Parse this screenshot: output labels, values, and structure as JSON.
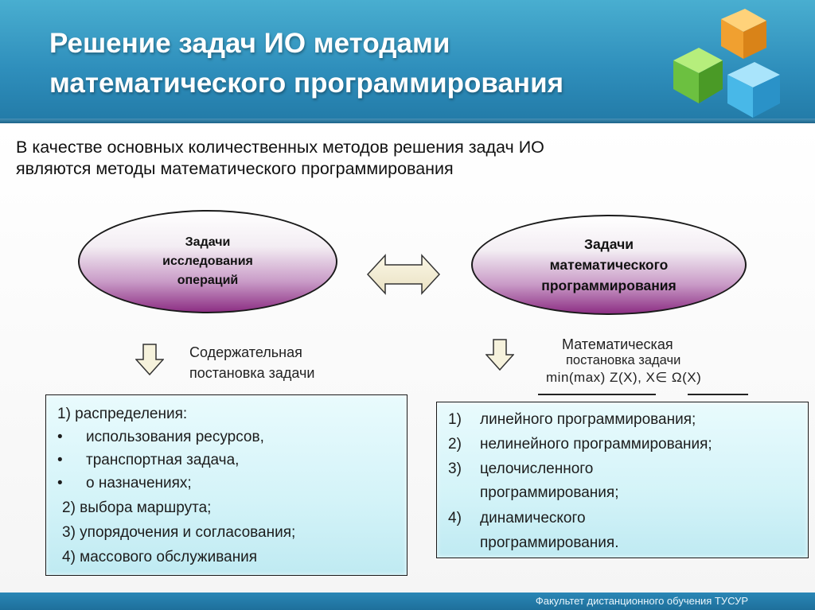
{
  "title": {
    "line1": "Решение задач ИО методами",
    "line2": "математического программирования"
  },
  "intro": {
    "line1": "В качестве основных количественных методов решения задач ИО",
    "line2": "являются методы математического программирования"
  },
  "left_oval": {
    "line1": "Задачи",
    "line2": "исследования",
    "line3": "операций"
  },
  "right_oval": {
    "line1": "Задачи",
    "line2": "математического",
    "line3": "программирования"
  },
  "left_caption": {
    "line1": "Содержательная",
    "line2": "постановка задачи"
  },
  "right_caption": {
    "line1": "Математическая",
    "line2": "постановка задачи",
    "line3": "min(max) Z(X),  X∈  Ω(X)"
  },
  "left_box": {
    "rows": [
      {
        "marker": "",
        "text": "1) распределения:"
      },
      {
        "marker": "•",
        "text": "использования ресурсов,"
      },
      {
        "marker": "•",
        "text": "транспортная задача,"
      },
      {
        "marker": "•",
        "text": "о назначениях;"
      },
      {
        "marker": "",
        "text": "2) выбора маршрута;"
      },
      {
        "marker": "",
        "text": "3) упорядочения и согласования;"
      },
      {
        "marker": "",
        "text": "4) массового обслуживания"
      }
    ]
  },
  "right_box": {
    "rows": [
      {
        "marker": "1)",
        "text": "линейного программирования;"
      },
      {
        "marker": "2)",
        "text": "нелинейного   программирования;"
      },
      {
        "marker": "3)",
        "text": "целочисленного"
      },
      {
        "marker": "",
        "text": "программирования;"
      },
      {
        "marker": "4)",
        "text": "динамического"
      },
      {
        "marker": "",
        "text": "программирования."
      }
    ]
  },
  "footer": {
    "text": "Факультет дистанционного обучения ТУСУР"
  },
  "colors": {
    "header": "#2f8fbc",
    "oval_gradient_end": "#8d2f84",
    "box_fill": "#d3f3f8",
    "logo_orange": "#f0a030",
    "logo_green": "#6cc040",
    "logo_blue": "#48b8e8"
  },
  "icons": [
    "hexagon-cubes-logo",
    "double-arrow-icon",
    "down-arrow-icon"
  ]
}
